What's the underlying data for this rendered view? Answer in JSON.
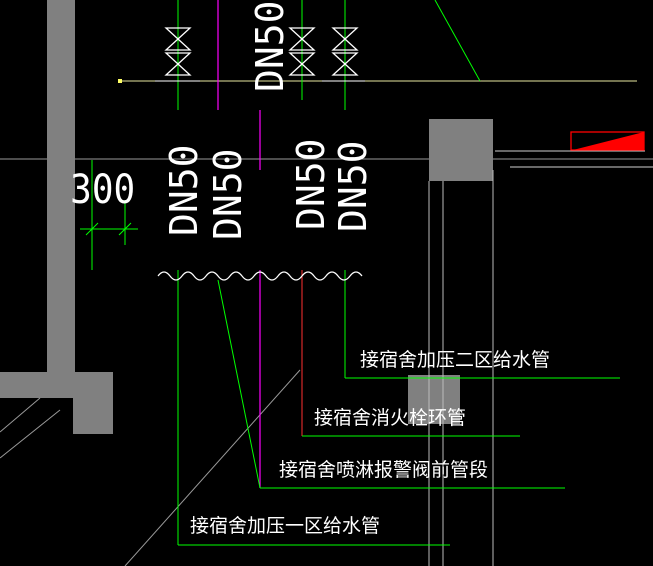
{
  "colors": {
    "background": "#000000",
    "wall": "#808080",
    "pipe_green": "#00ff00",
    "pipe_magenta": "#ff00ff",
    "pipe_red": "#ff0000",
    "axis_gray": "#9a9a9a",
    "yellow": "#ffff66",
    "text": "#ffffff"
  },
  "dimension": {
    "value": "300"
  },
  "pipe_sizes": {
    "top": "DN50",
    "p1": "DN50",
    "p2": "DN50",
    "p3": "DN50",
    "p4": "DN50"
  },
  "labels": {
    "booster_zone2": "接宿舍加压二区给水管",
    "fire_hydrant": "接宿舍消火栓环管",
    "sprinkler_valve": "接宿舍喷淋报警阀前管段",
    "booster_zone1": "接宿舍加压一区给水管"
  },
  "icons": [
    "valve-icon",
    "valve-icon",
    "valve-icon",
    "break-symbol-icon",
    "red-arrow-icon"
  ]
}
